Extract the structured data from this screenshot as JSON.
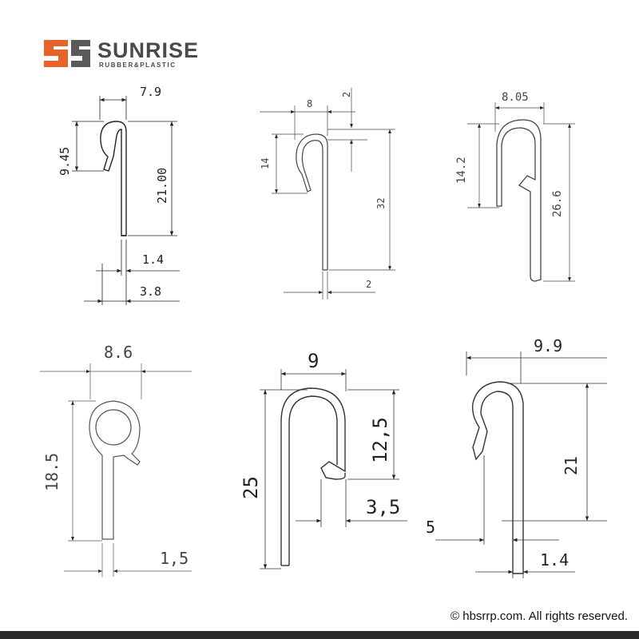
{
  "brand": {
    "name": "SUNRISE",
    "tagline": "RUBBER&PLASTIC",
    "logo_color": "#e8632b"
  },
  "profiles": [
    {
      "id": "profile-1",
      "dims": {
        "width_top": "7.9",
        "hook_height": "9.45",
        "total_height": "21.00",
        "thickness": "1.4",
        "base_width": "3.8"
      }
    },
    {
      "id": "profile-2",
      "dims": {
        "width_top": "8",
        "top_gap": "2",
        "hook_height": "14",
        "total_height": "32",
        "thickness": "2"
      }
    },
    {
      "id": "profile-3",
      "dims": {
        "width_top": "8.05",
        "hook_height": "14.2",
        "total_height": "26.6"
      }
    },
    {
      "id": "profile-4",
      "dims": {
        "width_top": "8.6",
        "total_height": "18.5",
        "thickness": "1,5"
      }
    },
    {
      "id": "profile-5",
      "dims": {
        "width_top": "9",
        "hook_height": "12,5",
        "total_height": "25",
        "lip": "3,5"
      }
    },
    {
      "id": "profile-6",
      "dims": {
        "width_top": "9.9",
        "total_height": "21",
        "offset": "5",
        "thickness": "1.4"
      }
    }
  ],
  "footer": {
    "copyright": "© hbsrrp.com. All rights reserved."
  }
}
